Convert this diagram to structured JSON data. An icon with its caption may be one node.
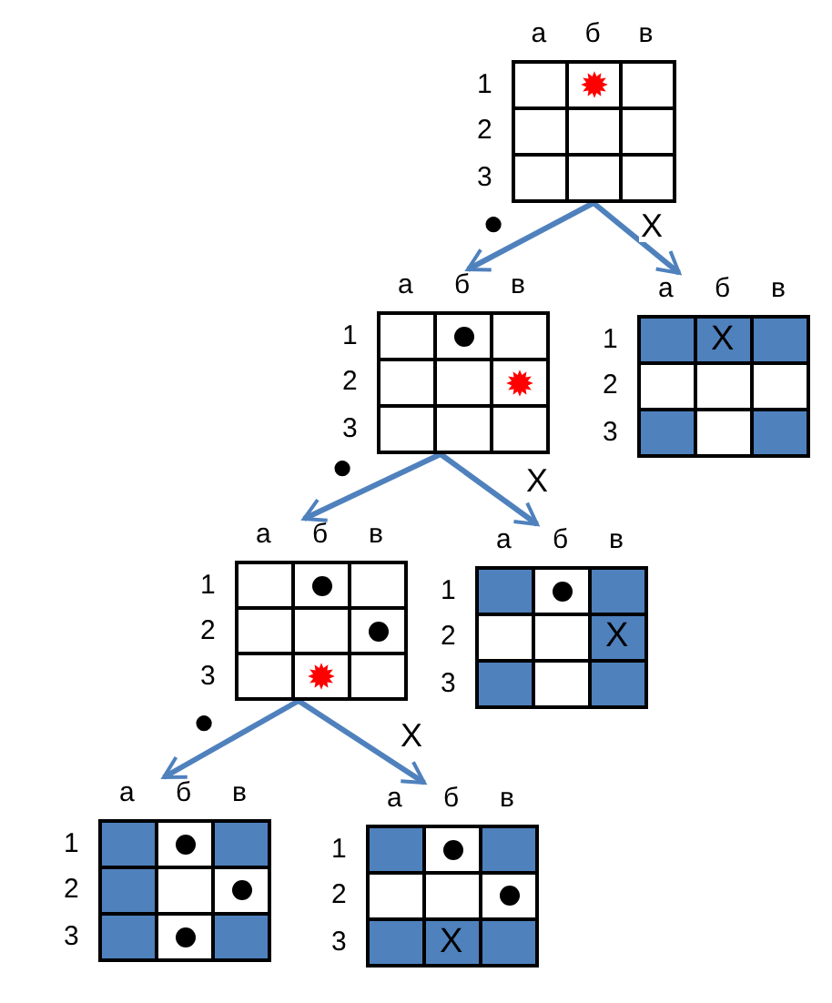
{
  "diagram": {
    "nodes": [
      {
        "text": [],
        "shape": "grid",
        "beside": [
          "а",
          "б",
          "в",
          "1",
          "2",
          "3"
        ]
      },
      {
        "text": [],
        "shape": "star",
        "in": 0
      },
      {
        "text": [],
        "shape": "grid",
        "beside": [
          "а",
          "б",
          "в",
          "1",
          "2",
          "3"
        ]
      },
      {
        "text": [],
        "shape": "circle",
        "in": 2
      },
      {
        "text": [],
        "shape": "star",
        "in": 2
      },
      {
        "text": [],
        "shape": "grid",
        "beside": [
          "а",
          "б",
          "в",
          "1",
          "2",
          "3"
        ]
      },
      {
        "text": [
          "X"
        ],
        "in": 5
      },
      {
        "text": [],
        "shape": "grid",
        "beside": [
          "а",
          "б",
          "в",
          "1",
          "2",
          "3"
        ]
      },
      {
        "text": [],
        "shape": "circle",
        "in": 7
      },
      {
        "text": [],
        "shape": "circle",
        "in": 7
      },
      {
        "text": [],
        "shape": "star",
        "in": 7
      },
      {
        "text": [],
        "shape": "grid",
        "beside": [
          "а",
          "б",
          "в",
          "1",
          "2",
          "3"
        ]
      },
      {
        "text": [],
        "shape": "circle",
        "in": 11
      },
      {
        "text": [
          "X"
        ],
        "in": 11
      },
      {
        "text": [],
        "shape": "grid",
        "beside": [
          "а",
          "б",
          "в",
          "1",
          "2",
          "3"
        ]
      },
      {
        "text": [],
        "shape": "circle",
        "in": 14
      },
      {
        "text": [],
        "shape": "circle",
        "in": 14
      },
      {
        "text": [],
        "shape": "circle",
        "in": 14
      },
      {
        "text": [],
        "shape": "grid",
        "beside": [
          "а",
          "б",
          "в",
          "1",
          "2",
          "3"
        ]
      },
      {
        "text": [],
        "shape": "circle",
        "in": 18
      },
      {
        "text": [],
        "shape": "circle",
        "in": 18
      },
      {
        "text": [
          "X"
        ],
        "in": 18
      }
    ],
    "edges": [
      {
        "from": 0,
        "to": 2,
        "arrow": "to",
        "label": "●"
      },
      {
        "from": 0,
        "to": 5,
        "arrow": "to",
        "label": "X"
      },
      {
        "from": 2,
        "to": 7,
        "arrow": "to",
        "label": "●"
      },
      {
        "from": 2,
        "to": 11,
        "arrow": "to",
        "label": "X"
      },
      {
        "from": 7,
        "to": 14,
        "arrow": "to",
        "label": "●"
      },
      {
        "from": 7,
        "to": 18,
        "arrow": "to",
        "label": "X"
      }
    ]
  }
}
